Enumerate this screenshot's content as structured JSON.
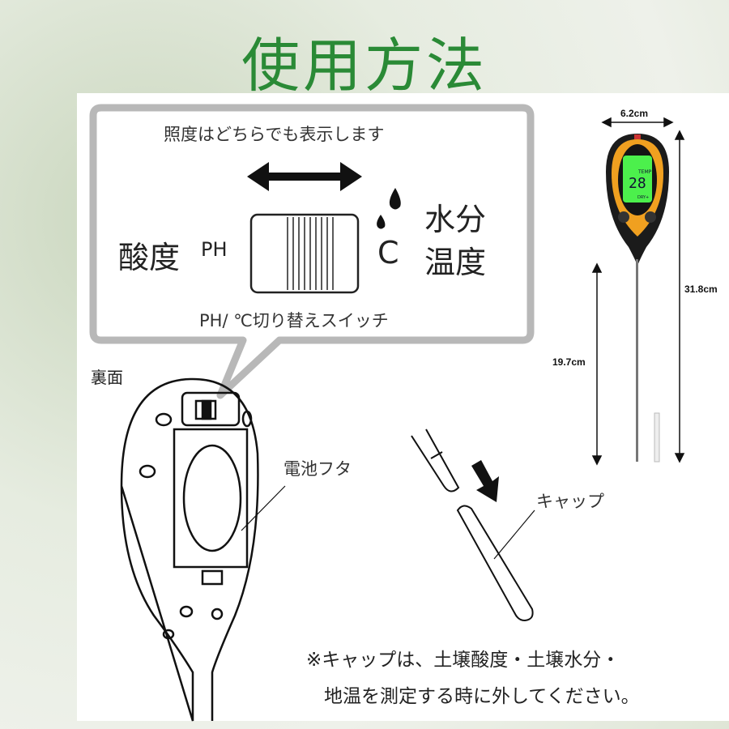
{
  "title": "使用方法",
  "callout": {
    "top_text": "照度はどちらでも表示します",
    "left_label": "酸度",
    "ph_label": "PH",
    "celsius_label": "C",
    "right_label_1": "水分",
    "right_label_2": "温度",
    "switch_caption": "PH/ ℃切り替えスイッチ"
  },
  "back_label": "裏面",
  "battery_label": "電池フタ",
  "cap_label": "キャップ",
  "device_photo": {
    "lcd_reading": "28",
    "lcd_temp": "TEMP",
    "lcd_mode": "DRY+"
  },
  "dimensions": {
    "width": "6.2cm",
    "total_length": "31.8cm",
    "probe_length": "19.7cm"
  },
  "note": {
    "line1": "※キャップは、土壌酸度・土壌水分・",
    "line2": "地温を測定する時に外してください。"
  },
  "colors": {
    "title": "#2a8a36",
    "callout_border": "#b8b8b8",
    "device_orange": "#f0a020",
    "lcd_green": "#4cf04c"
  }
}
